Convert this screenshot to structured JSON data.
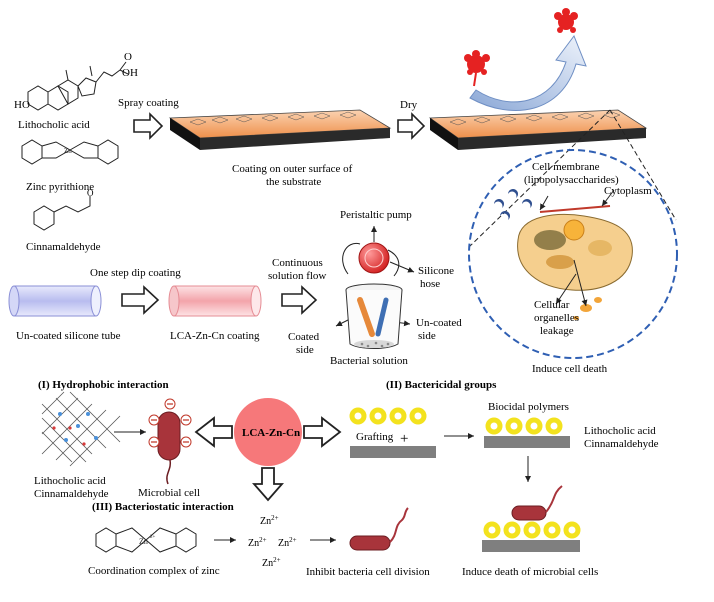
{
  "chemicals": {
    "lca": "Lithocholic acid",
    "znpt": "Zinc pyrithione",
    "cn": "Cinnamaldehyde",
    "lca_oh": "OH",
    "lca_ho": "HO",
    "lca_o": "O",
    "cn_o": "O"
  },
  "top_flow": {
    "spray_coating": "Spray coating",
    "coating_caption_line1": "Coating on outer surface of",
    "coating_caption_line2": "the substrate",
    "dry": "Dry"
  },
  "cell_panel": {
    "membrane_line1": "Cell membrane",
    "membrane_line2": "(lipopolysaccharides)",
    "cytoplasm": "Cytoplasm",
    "organelles_line1": "Cellular",
    "organelles_line2": "organelles",
    "organelles_line3": "leakage",
    "induce_death": "Induce cell death"
  },
  "tube_flow": {
    "one_step": "One step dip coating",
    "uncoated_tube": "Un-coated silicone tube",
    "lca_coating": "LCA-Zn-Cn coating",
    "continuous_line1": "Continuous",
    "continuous_line2": "solution flow",
    "peristaltic": "Peristaltic pump",
    "silicone_line1": "Silicone",
    "silicone_line2": "hose",
    "coated_line1": "Coated",
    "coated_line2": "side",
    "uncoated_side_line1": "Un-coated",
    "uncoated_side_line2": "side",
    "bacterial_solution": "Bacterial solution"
  },
  "mechanisms": {
    "center": "LCA-Zn-Cn",
    "hydrophobic_title": "(I) Hydrophobic interaction",
    "hydrophobic_lca": "Lithocholic acid",
    "hydrophobic_cn": "Cinnamaldehyde",
    "microbial_cell": "Microbial cell",
    "bactericidal_title": "(II) Bactericidal groups",
    "grafting": "Grafting",
    "plus": "+",
    "biocidal": "Biocidal polymers",
    "right_lca": "Lithocholic acid",
    "right_cn": "Cinnamaldehyde",
    "induce_death_microbial": "Induce death of microbial cells",
    "bacteriostatic_title": "(III) Bacteriostatic interaction",
    "zn_complex": "Coordination complex of zinc",
    "inhibit": "Inhibit bacteria cell division",
    "zn_ion": "Zn",
    "zn_charge": "2+"
  },
  "colors": {
    "coating_fill": "#f2a36b",
    "coating_dark": "#1f1f1f",
    "tube_blue": "#c8ccf4",
    "tube_pink": "#f7b8bd",
    "center_circle": "#f6787a",
    "ring_yellow": "#f3e21e",
    "grey_bar": "#7f7f7f",
    "bacterium": "#a8343b",
    "dashed_blue": "#2f5fb3",
    "cell_fill": "#f5cf8e",
    "pump_red": "#e53939",
    "bacteria_red": "#e52222"
  }
}
